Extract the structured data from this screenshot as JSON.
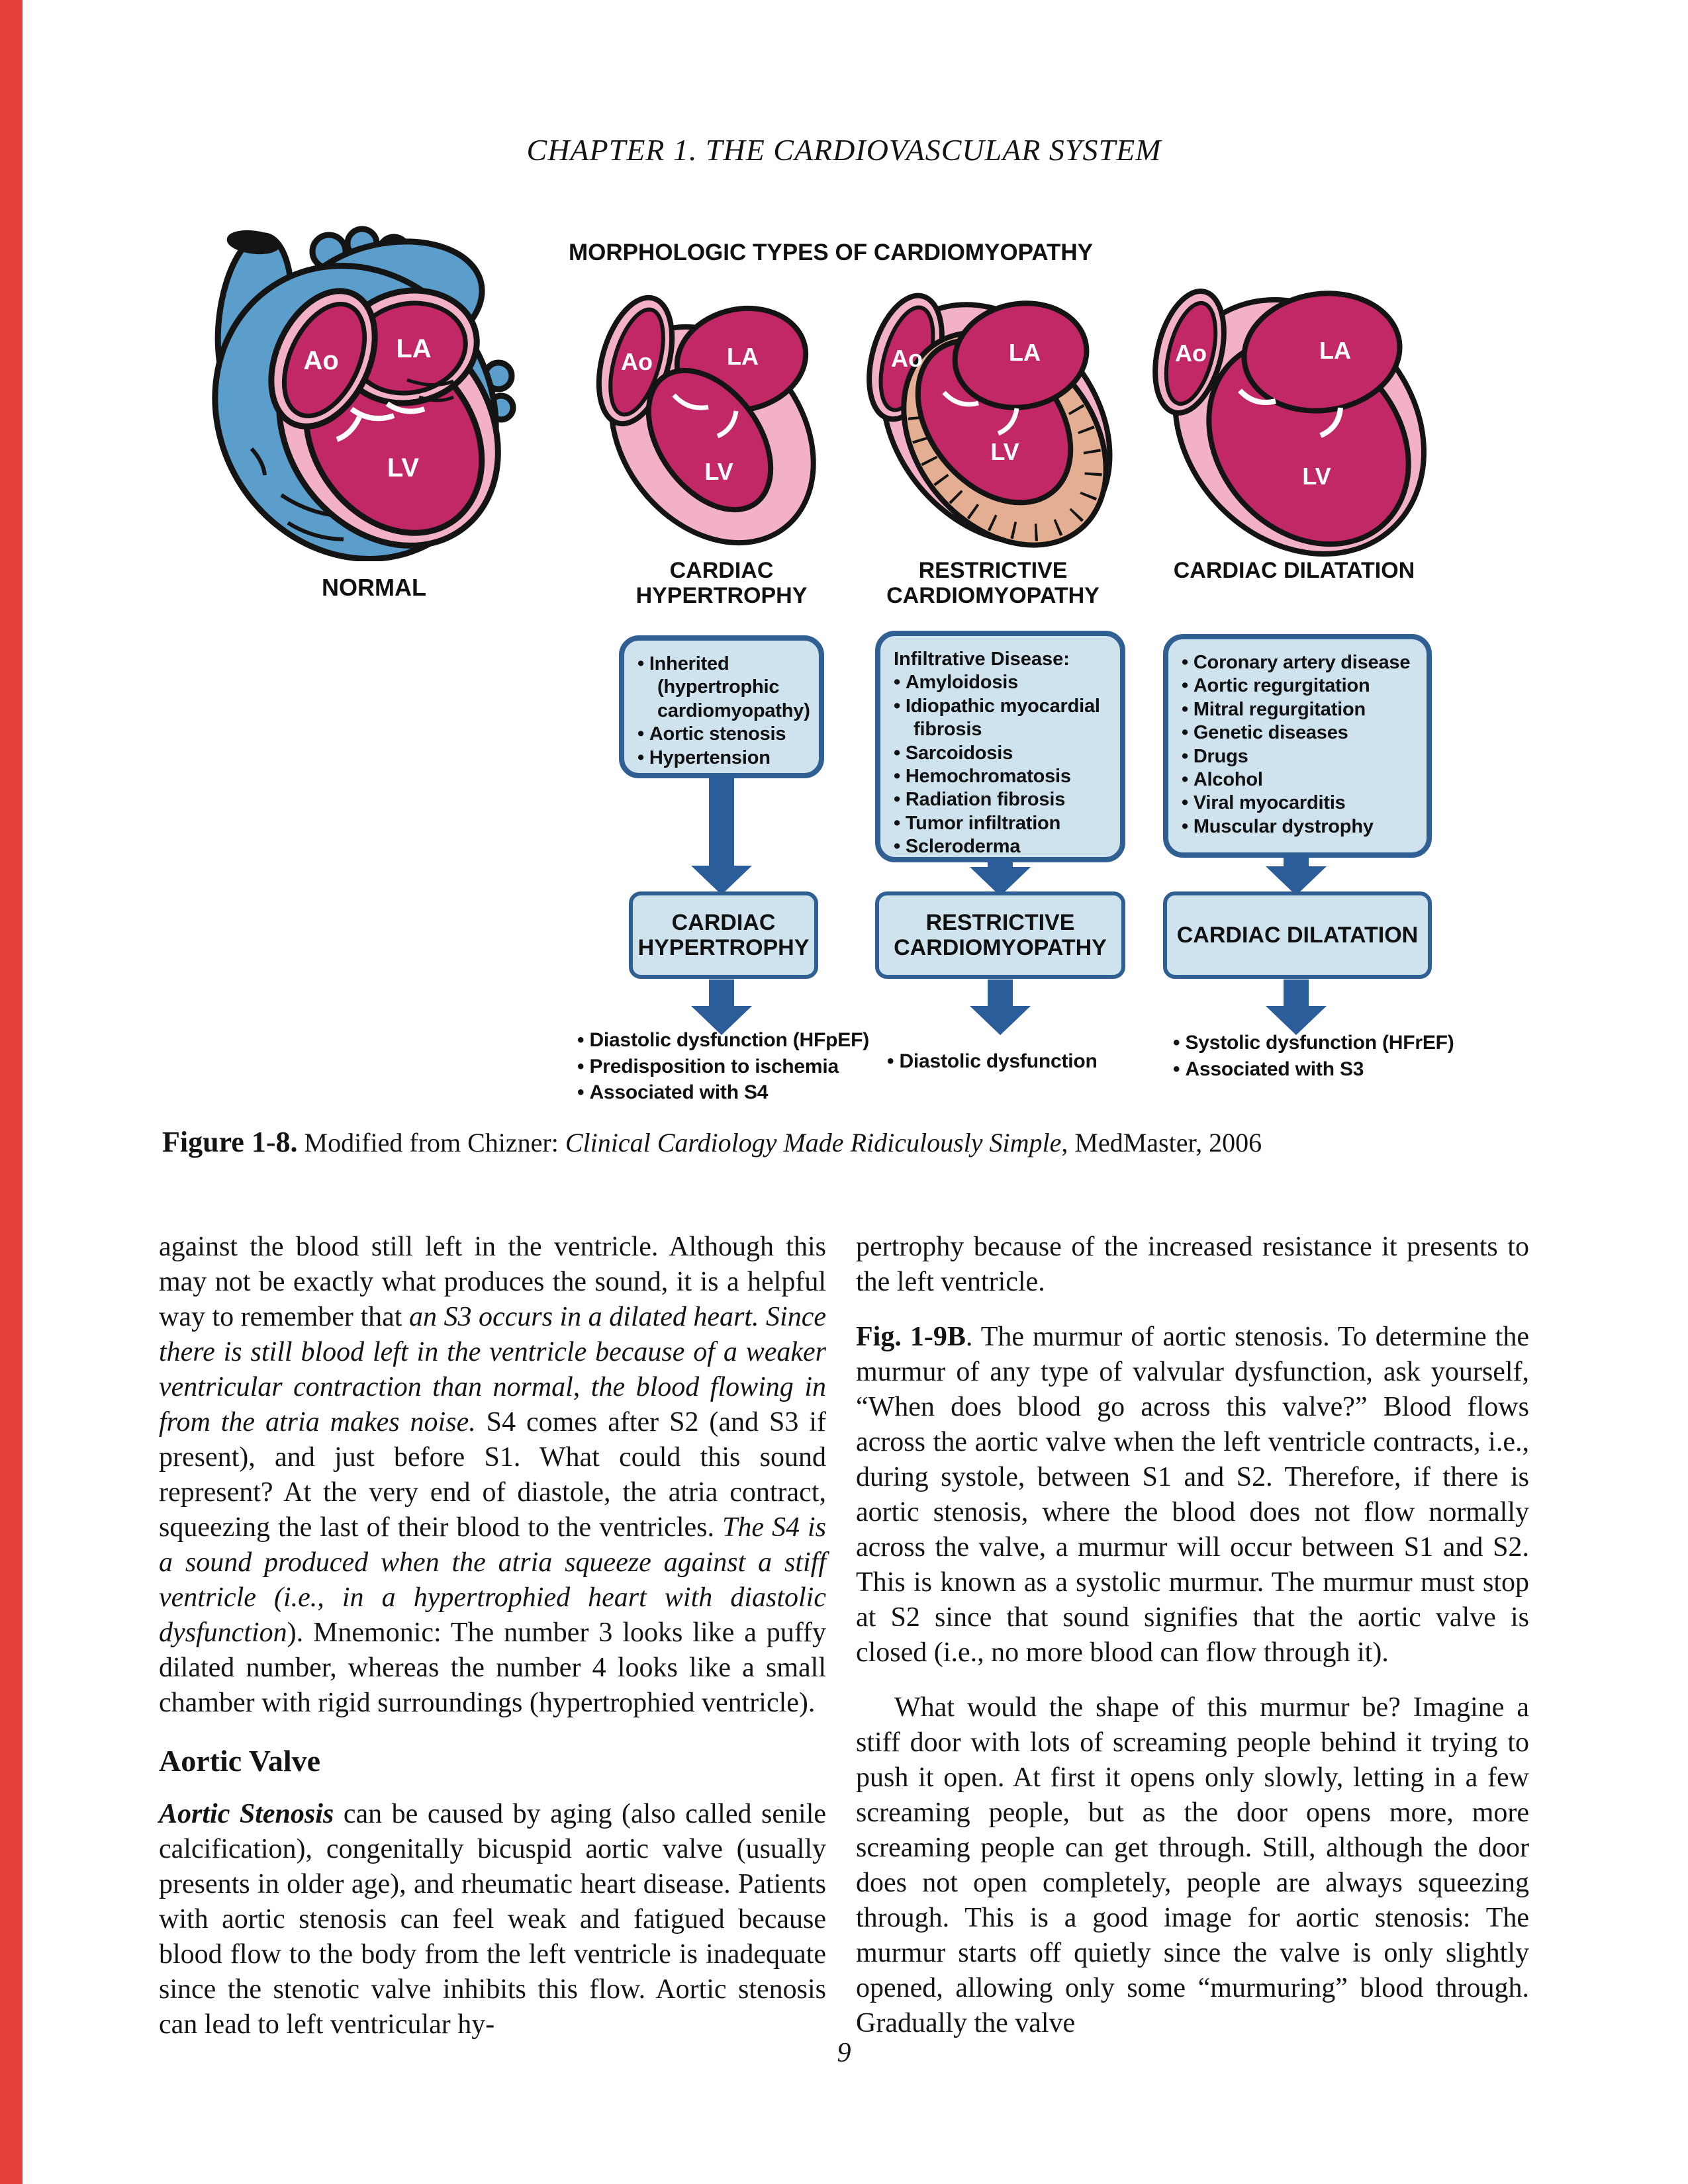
{
  "page": {
    "chapter_header": "CHAPTER 1. THE CARDIOVASCULAR SYSTEM",
    "page_number": "9"
  },
  "colors": {
    "red_bar": "#e6413a",
    "box_fill": "#cfe3ef",
    "box_border": "#2f5f93",
    "arrow_blue": "#2b5d9b",
    "heart_blue": "#5b9dcb",
    "chamber_pink": "#c22766",
    "rim_pink": "#f2b1c7",
    "wall_tan": "#e3ae92"
  },
  "figure": {
    "header": "MORPHOLOGIC TYPES OF CARDIOMYOPATHY",
    "hearts": [
      {
        "caption": "NORMAL",
        "labels": {
          "ao": "Ao",
          "la": "LA",
          "lv": "LV"
        }
      },
      {
        "caption": "CARDIAC HYPERTROPHY",
        "labels": {
          "ao": "Ao",
          "la": "LA",
          "lv": "LV"
        }
      },
      {
        "caption": "RESTRICTIVE CARDIOMYOPATHY",
        "labels": {
          "ao": "Ao",
          "la": "LA",
          "lv": "LV"
        }
      },
      {
        "caption": "CARDIAC DILATATION",
        "labels": {
          "ao": "Ao",
          "la": "LA",
          "lv": "LV"
        }
      }
    ],
    "columns": [
      {
        "causes": [
          "Inherited (hypertrophic cardiomyopathy)",
          "Aortic stenosis",
          "Hypertension"
        ],
        "result": "CARDIAC HYPERTROPHY",
        "outcomes": [
          "Diastolic dysfunction (HFpEF)",
          "Predisposition to ischemia",
          "Associated with S4"
        ]
      },
      {
        "causes_header": "Infiltrative Disease:",
        "causes": [
          "Amyloidosis",
          "Idiopathic myocardial fibrosis",
          "Sarcoidosis",
          "Hemochromatosis",
          "Radiation fibrosis",
          "Tumor infiltration",
          "Scleroderma"
        ],
        "result": "RESTRICTIVE CARDIOMYOPATHY",
        "outcomes": [
          "Diastolic dysfunction"
        ]
      },
      {
        "causes": [
          "Coronary artery disease",
          "Aortic regurgitation",
          "Mitral regurgitation",
          "Genetic diseases",
          "Drugs",
          "Alcohol",
          "Viral myocarditis",
          "Muscular dystrophy"
        ],
        "result": "CARDIAC DILATATION",
        "outcomes": [
          "Systolic dysfunction (HFrEF)",
          "Associated with S3"
        ]
      }
    ],
    "caption": {
      "label": "Figure 1-8.",
      "text": " Modified from Chizner: ",
      "source_italic": "Clinical Cardiology Made Ridiculously Simple",
      "text2": ", MedMaster, 2006"
    }
  },
  "body": {
    "left": {
      "p1": {
        "r0": "against the blood still left in the ventricle. Although this may not be exactly what produces the sound, it is a helpful way to remember that ",
        "r1": "an S3 occurs in a dilated heart. Since there is still blood left in the ventricle because of a weaker ventricular contraction than normal, the blood flowing in from the atria makes noise.",
        "r2": " S4 comes after S2 (and S3 if present), and just before S1. What could this sound represent? At the very end of diastole, the atria contract, squeezing the last of their blood to the ventricles. ",
        "r3": "The S4 is a sound produced when the atria squeeze against a stiff ventricle (i.e., in a hypertrophied heart with diastolic dysfunction",
        "r4": "). Mnemonic: The number 3 looks like a puffy dilated number, whereas the number 4 looks like a small chamber with rigid surroundings (hypertrophied ventricle)."
      },
      "heading": "Aortic Valve",
      "p2": {
        "r0": "Aortic Stenosis",
        "r1": " can be caused by aging (also called senile calcification), congenitally bicuspid aortic valve (usually presents in older age), and rheumatic heart disease. Patients with aortic stenosis can feel weak and fatigued because blood flow to the body from the left ventricle is inadequate since the stenotic valve inhibits this flow. Aortic stenosis can lead to left ventricular hy-"
      }
    },
    "right": {
      "p1": "pertrophy because of the increased resistance it presents to the left ventricle.",
      "p2": {
        "r0": "Fig. 1-9B",
        "r1": ". The murmur of aortic stenosis. To determine the murmur of any type of valvular dysfunction, ask yourself, “When does blood go across this valve?” Blood flows across the aortic valve when the left ventricle contracts, i.e., during systole, between S1 and S2. Therefore, if there is aortic stenosis, where the blood does not flow normally across the valve, a murmur will occur between S1 and S2. This is known as a systolic murmur. The murmur must stop at S2 since that sound signifies that the aortic valve is closed (i.e., no more blood can flow through it)."
      },
      "p3": "What would the shape of this murmur be? Imagine a stiff door with lots of screaming people behind it trying to push it open. At first it opens only slowly, letting in a few screaming people, but as the door opens more, more screaming people can get through. Still, although the door does not open completely, people are always squeezing through. This is a good image for aortic stenosis: The murmur starts off quietly since the valve is only slightly opened, allowing only some “murmuring” blood through. Gradually the valve"
    }
  }
}
